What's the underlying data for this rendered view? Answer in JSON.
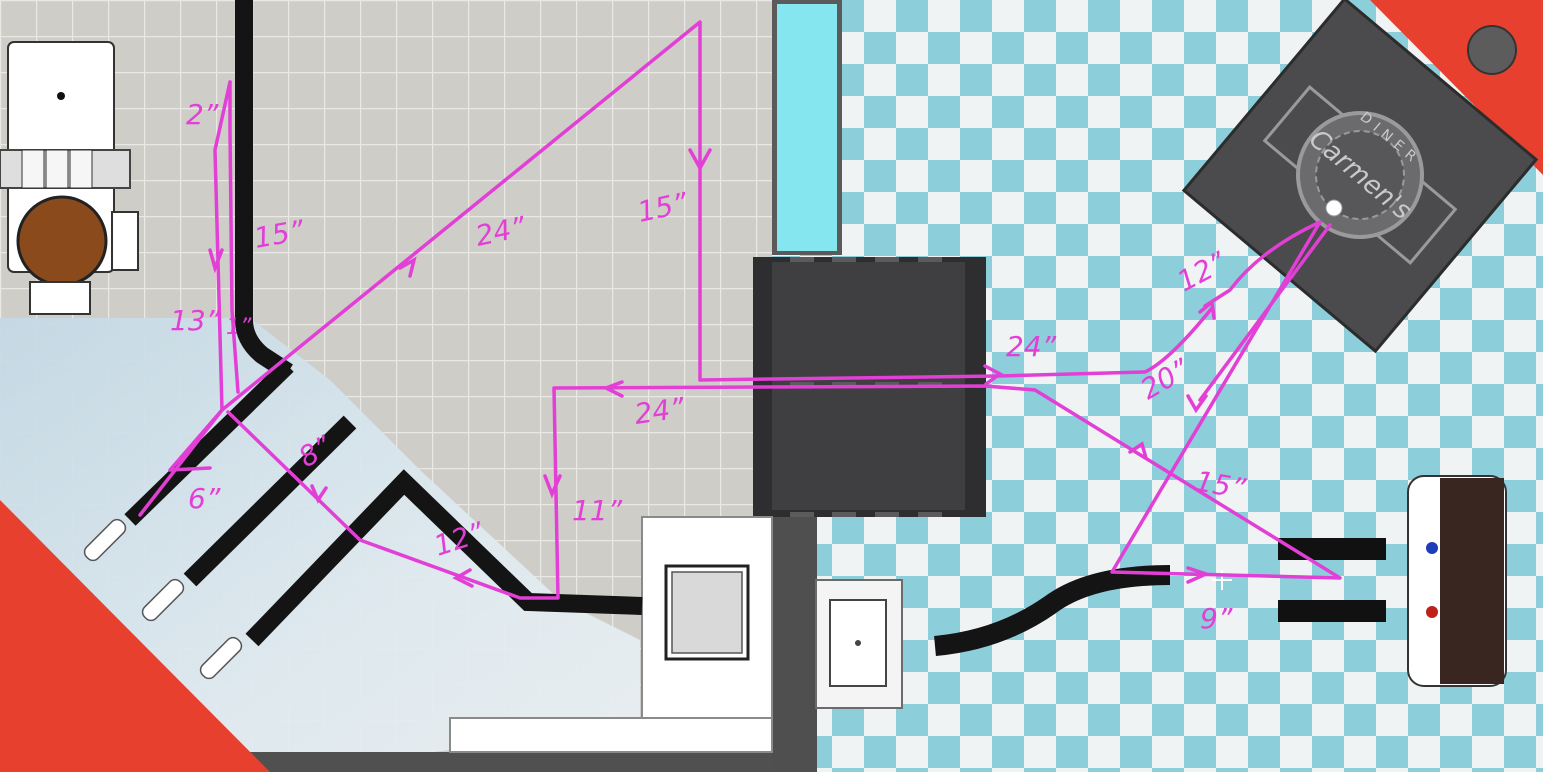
{
  "colors": {
    "annotation": "#e23fd6",
    "line_tape": "#141414",
    "mat_gray": "#cfcdc8",
    "ice": "#cde0ea",
    "red_zone": "#e8402f",
    "checker_light": "#f0f3f4",
    "checker_blue": "#8dcedb",
    "sign_dark": "#4b4b4d",
    "ramp": "#3a393b",
    "cyan_window": "#86e6ef"
  },
  "sign": {
    "brand": "Carmen's",
    "sub": "DINER"
  },
  "measurements": [
    {
      "id": "2in",
      "text": "2”"
    },
    {
      "id": "15in-left",
      "text": "15”"
    },
    {
      "id": "13in",
      "text": "13”"
    },
    {
      "id": "1in",
      "text": "1”"
    },
    {
      "id": "6in",
      "text": "6”"
    },
    {
      "id": "8in",
      "text": "8”"
    },
    {
      "id": "24in-diagonal",
      "text": "24”"
    },
    {
      "id": "15in-top",
      "text": "15”"
    },
    {
      "id": "24in-lower",
      "text": "24”"
    },
    {
      "id": "11in",
      "text": "11”"
    },
    {
      "id": "12in-bottom",
      "text": "12”"
    },
    {
      "id": "24in-right",
      "text": "24”"
    },
    {
      "id": "12in-right",
      "text": "12”"
    },
    {
      "id": "20in",
      "text": "20”"
    },
    {
      "id": "15in-right",
      "text": "15”"
    },
    {
      "id": "9in",
      "text": "9”"
    }
  ]
}
